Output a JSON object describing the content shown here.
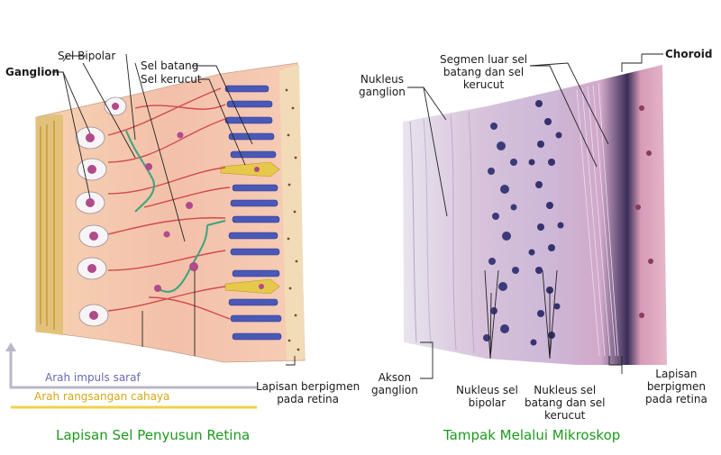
{
  "left": {
    "labels": {
      "ganglion": "Ganglion",
      "bipolar": "Sel Bipolar",
      "rod": "Sel batang",
      "cone": "Sel kerucut",
      "pigment": "Lapisan berpigmen\npada retina",
      "impulse": "Arah impuls saraf",
      "stimulus": "Arah rangsangan cahaya"
    },
    "caption": "Lapisan Sel Penyusun Retina"
  },
  "right": {
    "labels": {
      "nucleus_ganglion": "Nukleus\nganglion",
      "outer_segment": "Segmen luar sel\nbatang dan sel\nkerucut",
      "choroid": "Choroid",
      "axon": "Akson\nganglion",
      "nucleus_bipolar": "Nukleus sel\nbipolar",
      "nucleus_rod_cone": "Nukleus sel\nbatang dan sel\nkerucut",
      "pigment": "Lapisan\nberpigmen\npada retina"
    },
    "caption": "Tampak Melalui Mikroskop"
  },
  "colors": {
    "caption": "#1d9a1d",
    "impulse_arrow": "#7a7ab8",
    "stimulus_arrow": "#e8c21a",
    "tissue": "#f2b8a2",
    "rod": "#4a58b8",
    "cone": "#e6c84a",
    "neuron_green": "#3aa57d",
    "nucleus_purple": "#b04a8a"
  }
}
